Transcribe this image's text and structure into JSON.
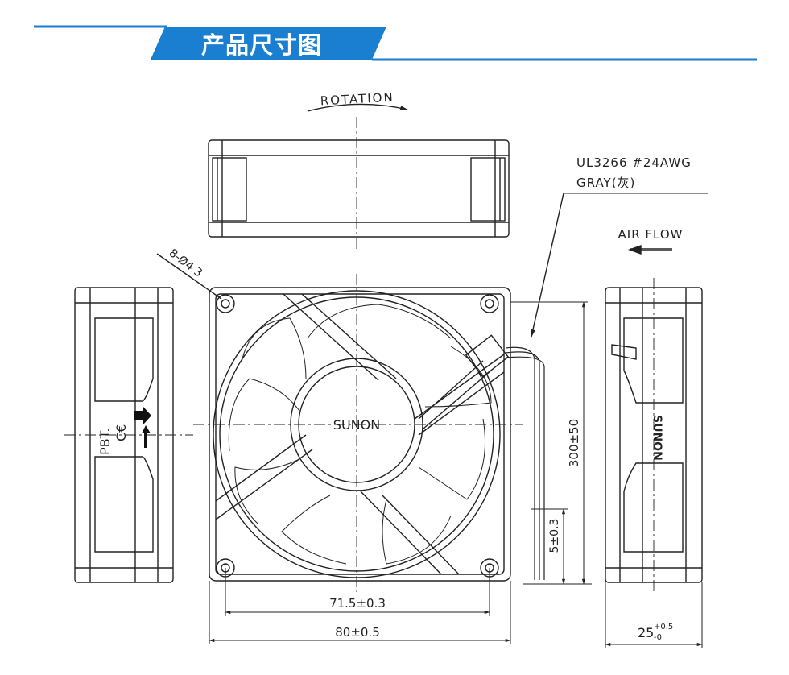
{
  "header": {
    "title": "产品尺寸图",
    "accent_color": "#1a7fd0"
  },
  "drawing": {
    "rotation_label": "ROTATION",
    "wire_spec_line1": "UL3266  #24AWG",
    "wire_spec_line2": "GRAY(灰)",
    "airflow_label": "AIR  FLOW",
    "hole_label": "8-Ø4.3",
    "brand_label": "SUNON",
    "side_label_pbt": "PBT.",
    "side_label_ce": "C€",
    "side_brand": "SUNON",
    "dim_wire_length": "300±50",
    "dim_wire_strip": "5±0.3",
    "dim_hole_spacing": "71.5±0.3",
    "dim_width": "80±0.5",
    "dim_depth_base": "25",
    "dim_depth_tol_upper": "+0.5",
    "dim_depth_tol_lower": "-0"
  }
}
